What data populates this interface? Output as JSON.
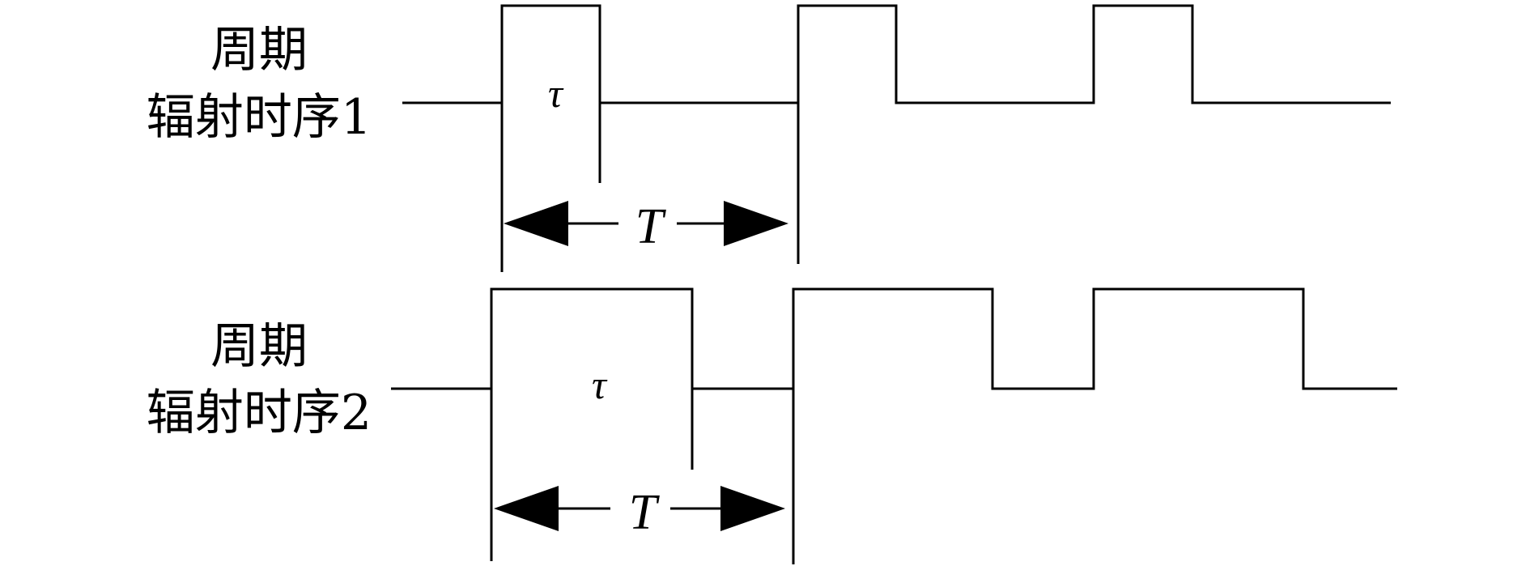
{
  "timing_rows": [
    {
      "title_line1": "周期",
      "title_line2": "辐射时序1",
      "pulse_width_symbol": "τ",
      "period_symbol": "T"
    },
    {
      "title_line1": "周期",
      "title_line2": "辐射时序2",
      "pulse_width_symbol": "τ",
      "period_symbol": "T"
    }
  ]
}
